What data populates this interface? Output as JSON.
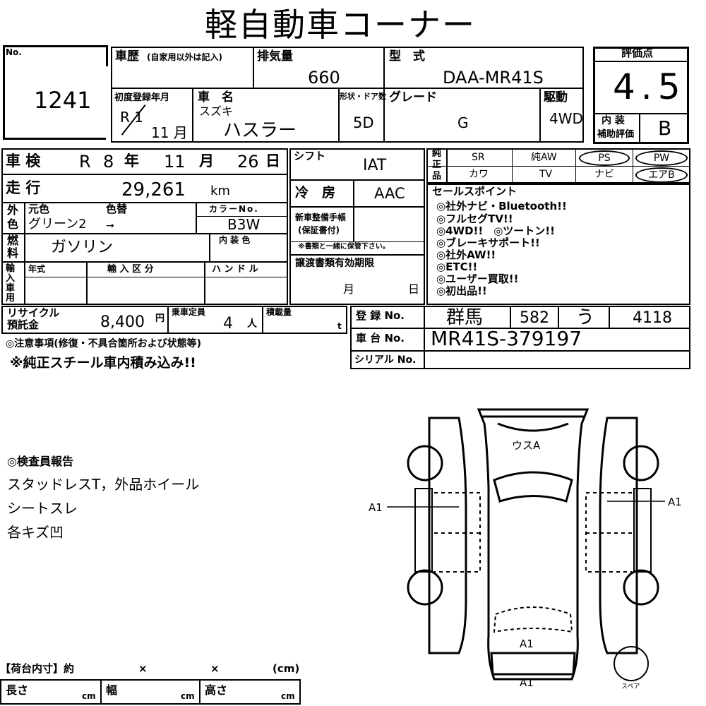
{
  "title": "軽自動車コーナー",
  "lot": {
    "no_label": "No.",
    "number": "1241"
  },
  "history": {
    "label": "車歴",
    "note": "(自家用以外は記入)"
  },
  "displacement": {
    "label": "排気量",
    "value": "660"
  },
  "model": {
    "label": "型　式",
    "value": "DAA-MR41S"
  },
  "score": {
    "label": "評価点",
    "value": "4.5",
    "interior_label_1": "内 装",
    "interior_label_2": "補助評価",
    "interior_value": "B"
  },
  "first_reg": {
    "label": "初度登録年月",
    "era": "R 1",
    "month": "11 月"
  },
  "car_name": {
    "label": "車　名",
    "maker": "スズキ",
    "name": "ハスラー"
  },
  "doors": {
    "label": "形状・ドア数",
    "value": "5D"
  },
  "grade": {
    "label": "グレード",
    "value": "G"
  },
  "drive": {
    "label": "駆動",
    "value": "4WD"
  },
  "inspection": {
    "label": "車 検",
    "era": "R",
    "year": "8",
    "year_u": "年",
    "month": "11",
    "month_u": "月",
    "day": "26",
    "day_u": "日"
  },
  "mileage": {
    "label": "走 行",
    "value": "29,261",
    "unit": "km"
  },
  "shift": {
    "label": "シフト",
    "value": "IAT"
  },
  "ac": {
    "label": "冷　房",
    "value": "AAC"
  },
  "color": {
    "side_label_1": "外",
    "side_label_2": "色",
    "orig_label": "元色",
    "change_label": "色替",
    "orig_value": "グリーン2",
    "arrow": "→",
    "code_label": "カラーNo.",
    "code_value": "B3W"
  },
  "fuel": {
    "side_label_1": "燃",
    "side_label_2": "料",
    "value": "ガソリン",
    "interior_color_label": "内 装 色"
  },
  "warranty": {
    "label_1": "新車整備手帳",
    "label_2": "(保証書付)",
    "note": "※書類と一緒に保管下さい。"
  },
  "import": {
    "side_label": "輸入車用",
    "year_label": "年式",
    "type_label": "輸 入 区 分",
    "handle_label": "ハ ン ド ル"
  },
  "transfer": {
    "label": "譲渡書類有効期限",
    "month": "月",
    "day": "日"
  },
  "equipment": {
    "side_label_1": "純",
    "side_label_2": "正",
    "side_label_3": "品",
    "row1": [
      "SR",
      "純AW",
      "PS",
      "PW"
    ],
    "row2": [
      "カワ",
      "TV",
      "ナビ",
      "エアB"
    ]
  },
  "sales_points": {
    "label": "セールスポイント",
    "items": [
      "◎社外ナビ・Bluetooth!!",
      "◎フルセグTV!!",
      "◎4WD!!　◎ツートン!!",
      "◎ブレーキサポート!!",
      "◎社外AW!!",
      "◎ETC!!",
      "◎ユーザー買取!!",
      "◎初出品!!"
    ]
  },
  "recycle": {
    "label_1": "リサイクル",
    "label_2": "預託金",
    "value": "8,400",
    "unit": "円"
  },
  "capacity": {
    "label": "乗車定員",
    "value": "4",
    "unit": "人"
  },
  "load": {
    "label": "積載量",
    "unit": "t"
  },
  "registration": {
    "label": "登 録 No.",
    "region": "群馬",
    "class": "582",
    "kana": "う",
    "number": "4118"
  },
  "chassis": {
    "label": "車 台 No.",
    "value": "MR41S-379197"
  },
  "serial": {
    "label": "シリアル No."
  },
  "notes": {
    "label": "◎注意事項(修復・不具合箇所および状態等)",
    "value": "※純正スチール車内積み込み!!"
  },
  "inspector": {
    "label": "◎検査員報告",
    "lines": [
      "スタッドレスT，外品ホイール",
      "シートスレ",
      "各キズ凹"
    ]
  },
  "diagram": {
    "front_label": "ウスA",
    "left_label": "A1",
    "right_label": "A1",
    "rear_label_1": "A1",
    "rear_label_2": "A1",
    "spare_label": "スペア"
  },
  "cargo": {
    "label": "【荷台内寸】約",
    "x1": "×",
    "x2": "×",
    "unit": "(cm)",
    "length_label": "長さ",
    "width_label": "幅",
    "height_label": "高さ",
    "cm": "cm"
  }
}
